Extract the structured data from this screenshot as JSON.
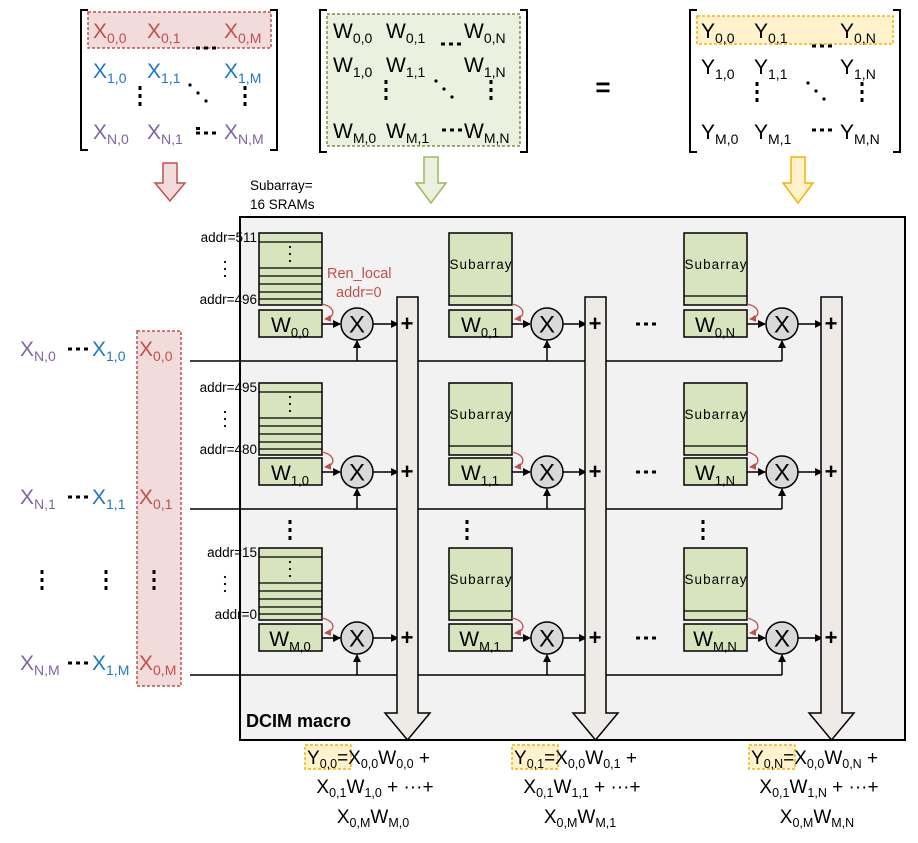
{
  "colors": {
    "x_row0": "#c0504d",
    "x_row1": "#1f77c4",
    "x_rowN": "#8064a2",
    "x_highlight_fill": "#f2dcdb",
    "w_highlight_fill": "#ebf1de",
    "w_highlight_border": "#77933c",
    "y_highlight_fill": "#fff2cc",
    "y_highlight_border": "#f0b400",
    "subarray_fill": "#d7e4bd",
    "macro_fill": "#f2f2f2",
    "adder_fill": "#eeeae5",
    "multiplier_fill": "#d9d9d9",
    "ren_local_color": "#c0504d"
  },
  "matrix_x": {
    "rows": [
      [
        {
          "b": "X",
          "s": "0,0"
        },
        {
          "b": "X",
          "s": "0,1"
        },
        {
          "b": "X",
          "s": "0,M"
        }
      ],
      [
        {
          "b": "X",
          "s": "1,0"
        },
        {
          "b": "X",
          "s": "1,1"
        },
        {
          "b": "X",
          "s": "1,M"
        }
      ],
      [
        {
          "b": "X",
          "s": "N,0"
        },
        {
          "b": "X",
          "s": "N,1"
        },
        {
          "b": "X",
          "s": "N,M"
        }
      ]
    ]
  },
  "matrix_w": {
    "rows": [
      [
        {
          "b": "W",
          "s": "0,0"
        },
        {
          "b": "W",
          "s": "0,1"
        },
        {
          "b": "W",
          "s": "0,N"
        }
      ],
      [
        {
          "b": "W",
          "s": "1,0"
        },
        {
          "b": "W",
          "s": "1,1"
        },
        {
          "b": "W",
          "s": "1,N"
        }
      ],
      [
        {
          "b": "W",
          "s": "M,0"
        },
        {
          "b": "W",
          "s": "M,1"
        },
        {
          "b": "W",
          "s": "M,N"
        }
      ]
    ]
  },
  "equals_sign": "=",
  "matrix_y": {
    "rows": [
      [
        {
          "b": "Y",
          "s": "0,0"
        },
        {
          "b": "Y",
          "s": "0,1"
        },
        {
          "b": "Y",
          "s": "0,N"
        }
      ],
      [
        {
          "b": "Y",
          "s": "1,0"
        },
        {
          "b": "Y",
          "s": "1,1"
        },
        {
          "b": "Y",
          "s": "1,N"
        }
      ],
      [
        {
          "b": "Y",
          "s": "M,0"
        },
        {
          "b": "Y",
          "s": "M,1"
        },
        {
          "b": "Y",
          "s": "M,N"
        }
      ]
    ]
  },
  "subarray_note": [
    "Subarray=",
    "16 SRAMs"
  ],
  "ren_local": [
    "Ren_local",
    "addr=0"
  ],
  "addr_labels": [
    [
      "addr=511",
      "addr=496"
    ],
    [
      "addr=495",
      "addr=480"
    ],
    [
      "addr=15",
      "addr=0"
    ]
  ],
  "subarray_label": "Subarray",
  "multiplier_symbol": "X",
  "adder_symbol": "+",
  "ellipsis": "···",
  "weights": [
    [
      {
        "b": "W",
        "s": "0,0"
      },
      {
        "b": "W",
        "s": "0,1"
      },
      {
        "b": "W",
        "s": "0,N"
      }
    ],
    [
      {
        "b": "W",
        "s": "1,0"
      },
      {
        "b": "W",
        "s": "1,1"
      },
      {
        "b": "W",
        "s": "1,N"
      }
    ],
    [
      {
        "b": "W",
        "s": "M,0"
      },
      {
        "b": "W",
        "s": "M,1"
      },
      {
        "b": "W",
        "s": "M,N"
      }
    ]
  ],
  "inputs": [
    {
      "xn": {
        "b": "X",
        "s": "N,0"
      },
      "x1": {
        "b": "X",
        "s": "1,0"
      },
      "x0": {
        "b": "X",
        "s": "0,0"
      }
    },
    {
      "xn": {
        "b": "X",
        "s": "N,1"
      },
      "x1": {
        "b": "X",
        "s": "1,1"
      },
      "x0": {
        "b": "X",
        "s": "0,1"
      }
    },
    {
      "xn": {
        "b": "X",
        "s": "N,M"
      },
      "x1": {
        "b": "X",
        "s": "1,M"
      },
      "x0": {
        "b": "X",
        "s": "0,M"
      }
    }
  ],
  "macro_label": "DCIM macro",
  "outputs": [
    {
      "y": {
        "b": "Y",
        "s": "0,0"
      },
      "line1": [
        {
          "b": "=X",
          "s": "0,0"
        },
        {
          "b": "W",
          "s": "0,0"
        },
        {
          "b": " +",
          "s": ""
        }
      ],
      "line2": [
        {
          "b": "X",
          "s": "0,1"
        },
        {
          "b": "W",
          "s": "1,0"
        },
        {
          "b": " + ···+",
          "s": ""
        }
      ],
      "line3": [
        {
          "b": "X",
          "s": "0,M"
        },
        {
          "b": "W",
          "s": "M,0"
        }
      ]
    },
    {
      "y": {
        "b": "Y",
        "s": "0,1"
      },
      "line1": [
        {
          "b": "=X",
          "s": "0,0"
        },
        {
          "b": "W",
          "s": "0,1"
        },
        {
          "b": " +",
          "s": ""
        }
      ],
      "line2": [
        {
          "b": "X",
          "s": "0,1"
        },
        {
          "b": "W",
          "s": "1,1"
        },
        {
          "b": " + ···+",
          "s": ""
        }
      ],
      "line3": [
        {
          "b": "X",
          "s": "0,M"
        },
        {
          "b": "W",
          "s": "M,1"
        }
      ]
    },
    {
      "y": {
        "b": "Y",
        "s": "0,N"
      },
      "line1": [
        {
          "b": "=X",
          "s": "0,0"
        },
        {
          "b": "W",
          "s": "0,N"
        },
        {
          "b": " +",
          "s": ""
        }
      ],
      "line2": [
        {
          "b": "X",
          "s": "0,1"
        },
        {
          "b": "W",
          "s": "1,N"
        },
        {
          "b": " + ···+",
          "s": ""
        }
      ],
      "line3": [
        {
          "b": "X",
          "s": "0,M"
        },
        {
          "b": "W",
          "s": "M,N"
        }
      ]
    }
  ]
}
